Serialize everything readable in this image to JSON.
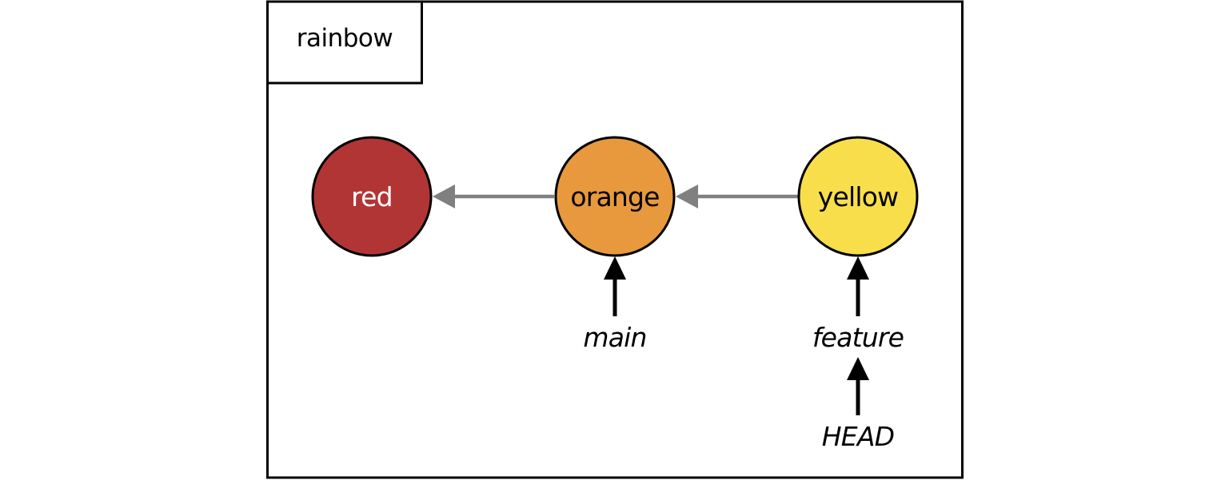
{
  "repository": {
    "name": "rainbow"
  },
  "commits": [
    {
      "id": "red",
      "label": "red",
      "fill": "#b23536",
      "text_color": "#ffffff"
    },
    {
      "id": "orange",
      "label": "orange",
      "fill": "#e8993d",
      "text_color": "#000000"
    },
    {
      "id": "yellow",
      "label": "yellow",
      "fill": "#f8de4b",
      "text_color": "#000000"
    }
  ],
  "parent_links": [
    {
      "from": "orange",
      "to": "red"
    },
    {
      "from": "yellow",
      "to": "orange"
    }
  ],
  "refs": {
    "main": {
      "label": "main",
      "points_to": "orange"
    },
    "feature": {
      "label": "feature",
      "points_to": "yellow"
    },
    "head": {
      "label": "HEAD",
      "points_to": "feature"
    }
  },
  "colors": {
    "frame": "#000000",
    "parent_arrow": "#808080",
    "ref_arrow": "#000000"
  }
}
